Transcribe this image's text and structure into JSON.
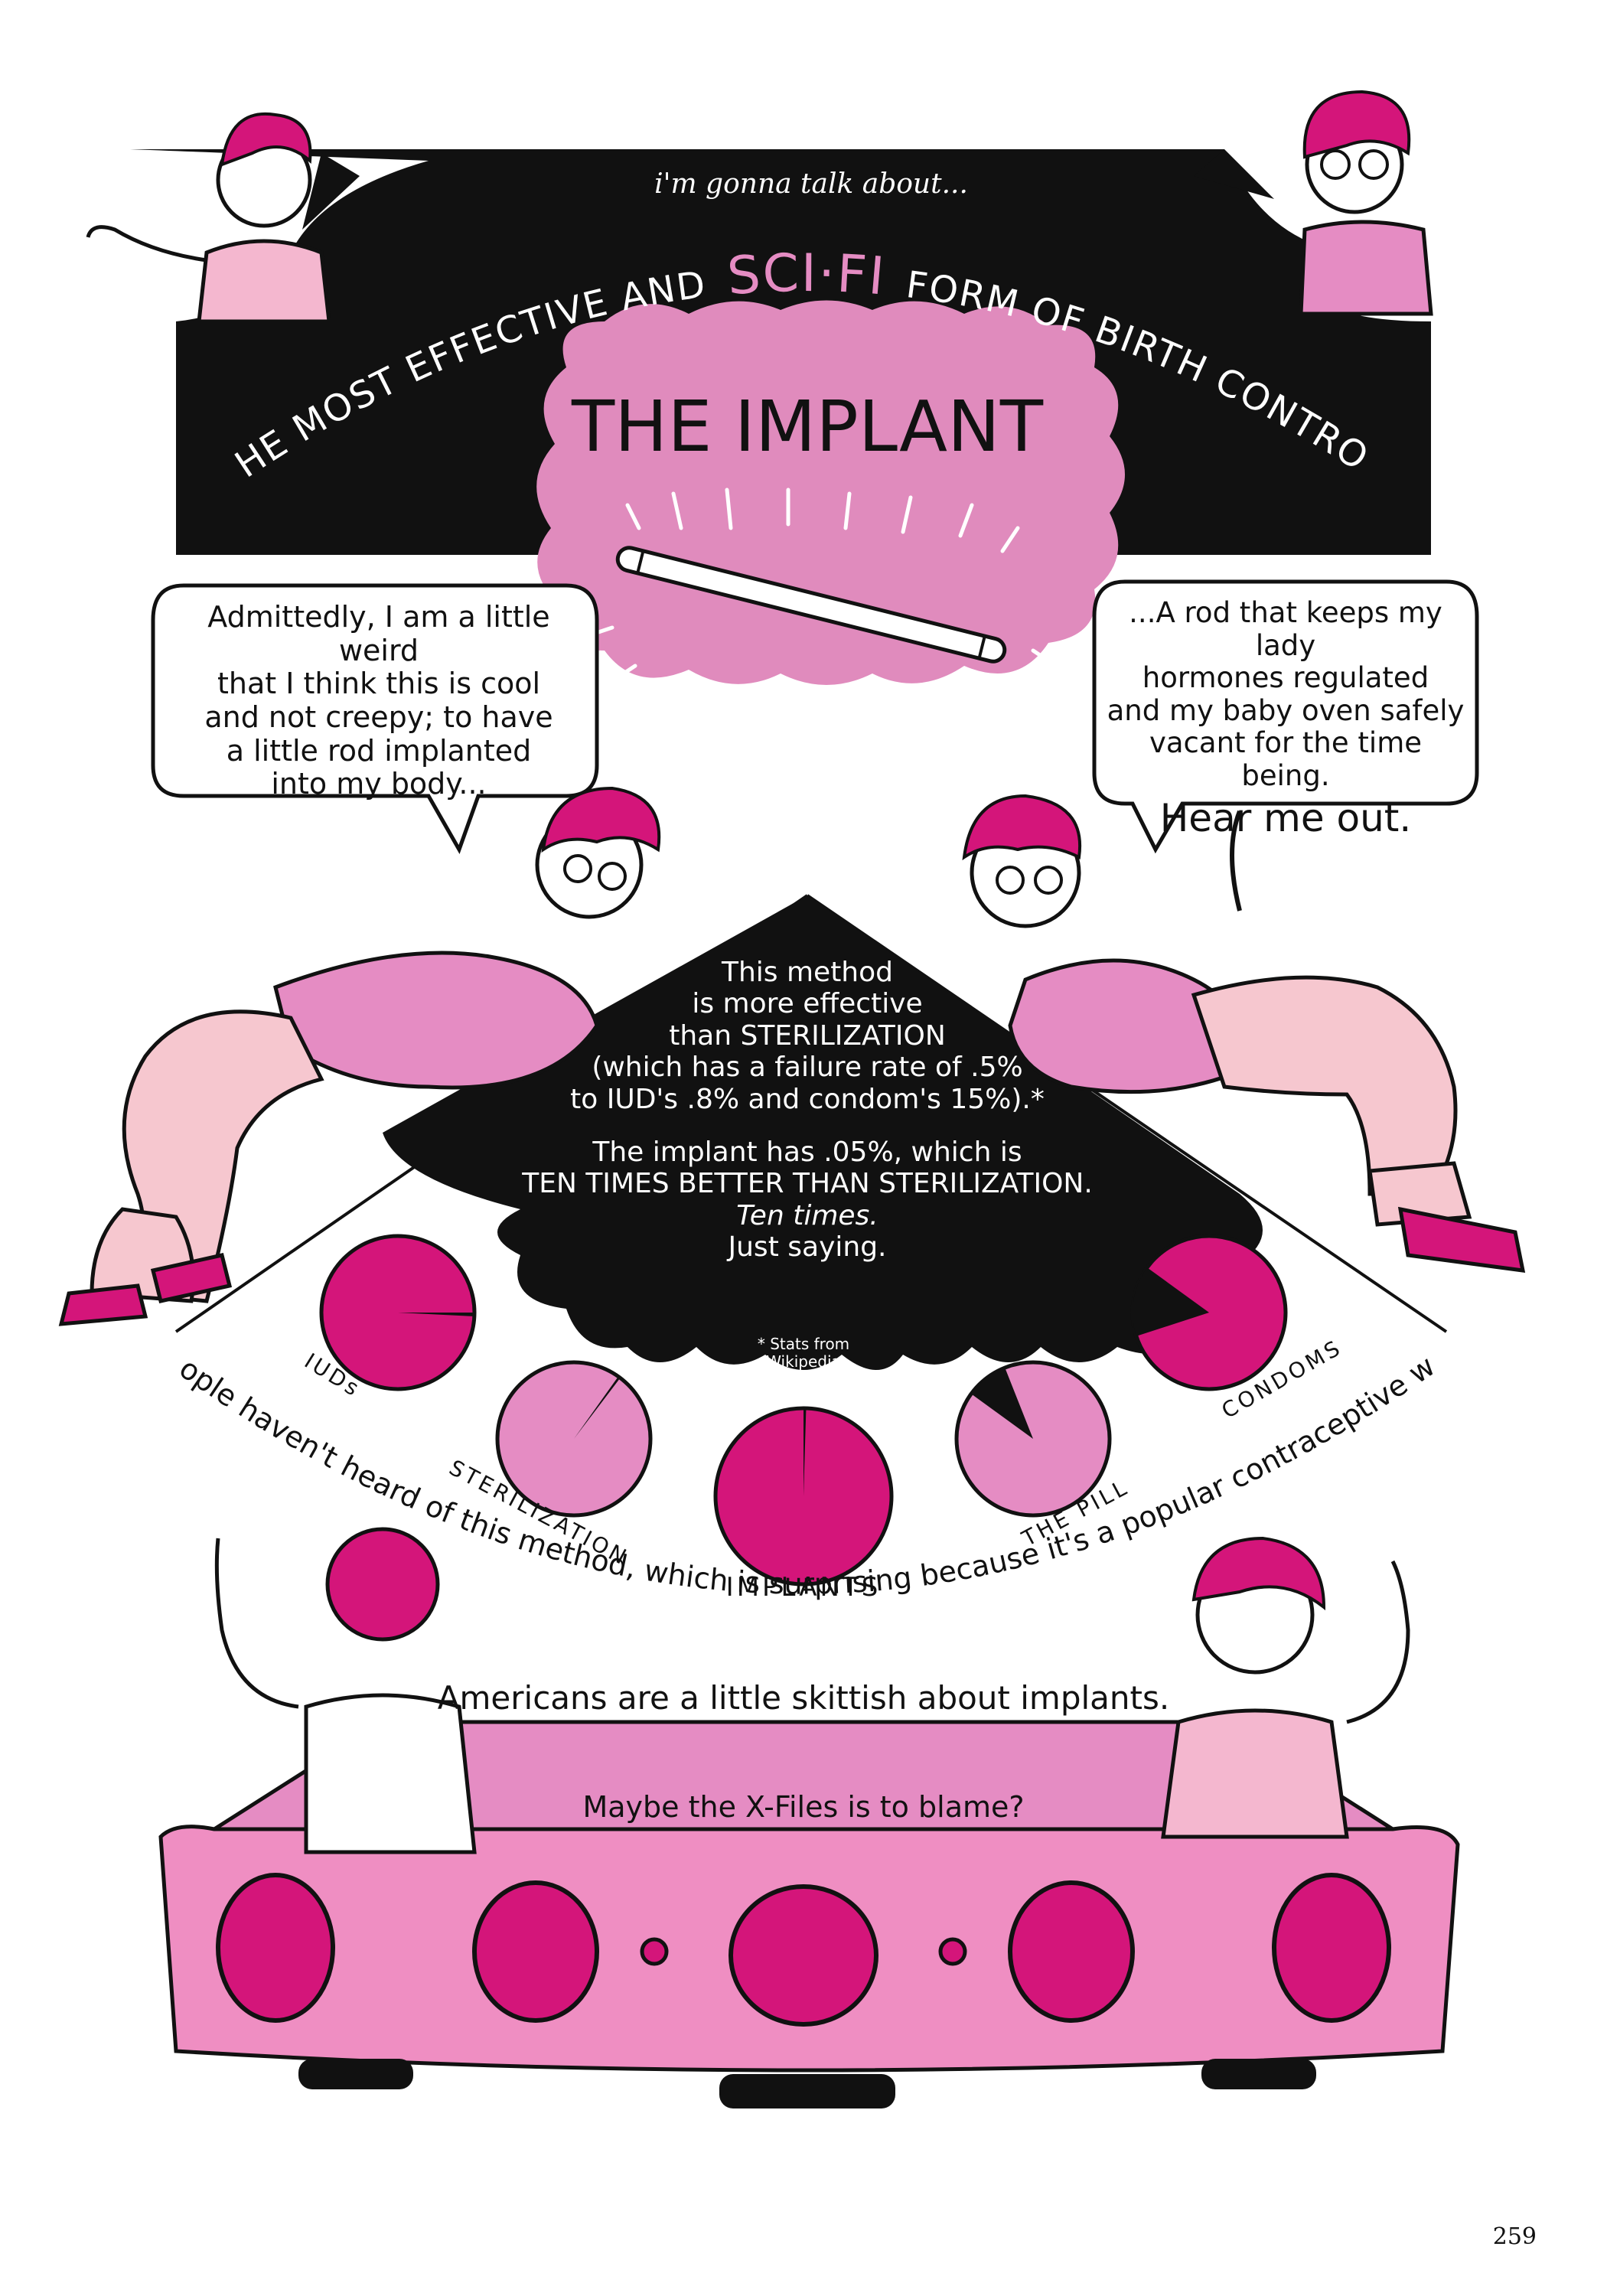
{
  "intro": "i'm gonna talk about...",
  "headline": {
    "part1": "THE MOST EFFECTIVE AND",
    "scifi": "SCI·FI",
    "part2": "FORM OF BIRTH CONTROL:"
  },
  "implant_title": "THE IMPLANT",
  "bubble_left": {
    "lines": [
      "Admittedly, I am a little weird",
      "that I think this is cool",
      "and not creepy; to have",
      "a little rod implanted",
      "into my body..."
    ]
  },
  "bubble_right": {
    "lines": [
      "...A rod that keeps my lady",
      "hormones regulated",
      "and my baby oven safely",
      "vacant for the time being."
    ],
    "emphasis": "Hear me out."
  },
  "center_block": {
    "lines": [
      "This method",
      "is more effective",
      "than STERILIZATION",
      "(which has a failure rate of .5%",
      "to IUD's .8% and condom's 15%).*"
    ],
    "lines2": [
      "The implant has .05%, which is",
      "TEN TIMES BETTER THAN STERILIZATION."
    ],
    "italic": "Ten times.",
    "closing": "Just saying.",
    "footnote": "* Stats from Wikipedia"
  },
  "methods": [
    {
      "label": "IUDs",
      "failure_pct": 0.8
    },
    {
      "label": "STERILIZATION",
      "failure_pct": 0.5
    },
    {
      "label": "IMPLANTS",
      "failure_pct": 0.05
    },
    {
      "label": "THE PILL",
      "failure_pct": 9
    },
    {
      "label": "CONDOMS",
      "failure_pct": 15
    }
  ],
  "curved_caption": "Many people haven't heard of this method, which is surprising because it's a popular contraceptive worldwide.",
  "caption2": "Americans are a little skittish about implants.",
  "caption3": "Maybe the X-Files is to blame?",
  "page_number": "259",
  "colors": {
    "magenta": "#d4157a",
    "pink": "#e58cc3",
    "light_pink": "#f4b7cf",
    "black": "#111111"
  }
}
